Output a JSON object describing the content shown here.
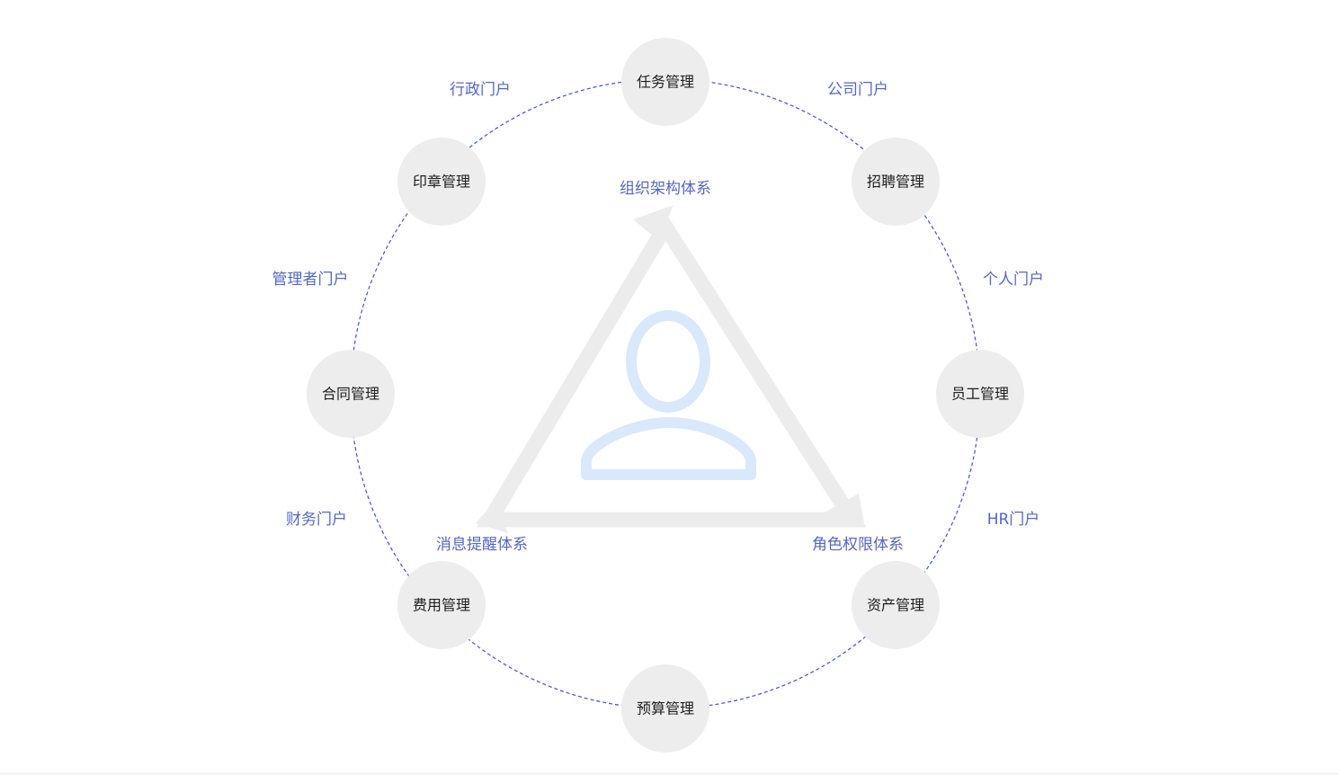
{
  "nodes": [
    {
      "id": "task",
      "label": "任务管理"
    },
    {
      "id": "recruit",
      "label": "招聘管理"
    },
    {
      "id": "employee",
      "label": "员工管理"
    },
    {
      "id": "asset",
      "label": "资产管理"
    },
    {
      "id": "budget",
      "label": "预算管理"
    },
    {
      "id": "expense",
      "label": "费用管理"
    },
    {
      "id": "contract",
      "label": "合同管理"
    },
    {
      "id": "seal",
      "label": "印章管理"
    }
  ],
  "portals": [
    {
      "id": "company",
      "label": "公司门户"
    },
    {
      "id": "personal",
      "label": "个人门户"
    },
    {
      "id": "hr",
      "label": "HR门户"
    },
    {
      "id": "finance",
      "label": "财务门户"
    },
    {
      "id": "manager",
      "label": "管理者门户"
    },
    {
      "id": "admin",
      "label": "行政门户"
    }
  ],
  "systems": [
    {
      "id": "org",
      "label": "组织架构体系"
    },
    {
      "id": "role",
      "label": "角色权限体系"
    },
    {
      "id": "message",
      "label": "消息提醒体系"
    }
  ],
  "icons": {
    "center": "person-icon",
    "cycle": "cycle-triangle-arrow-icon"
  },
  "colors": {
    "accent": "#5566c8",
    "ring": "#3f4fd6",
    "node": "#ecedec",
    "triangle": "#ebeceb",
    "person": "#d9e8fb"
  }
}
